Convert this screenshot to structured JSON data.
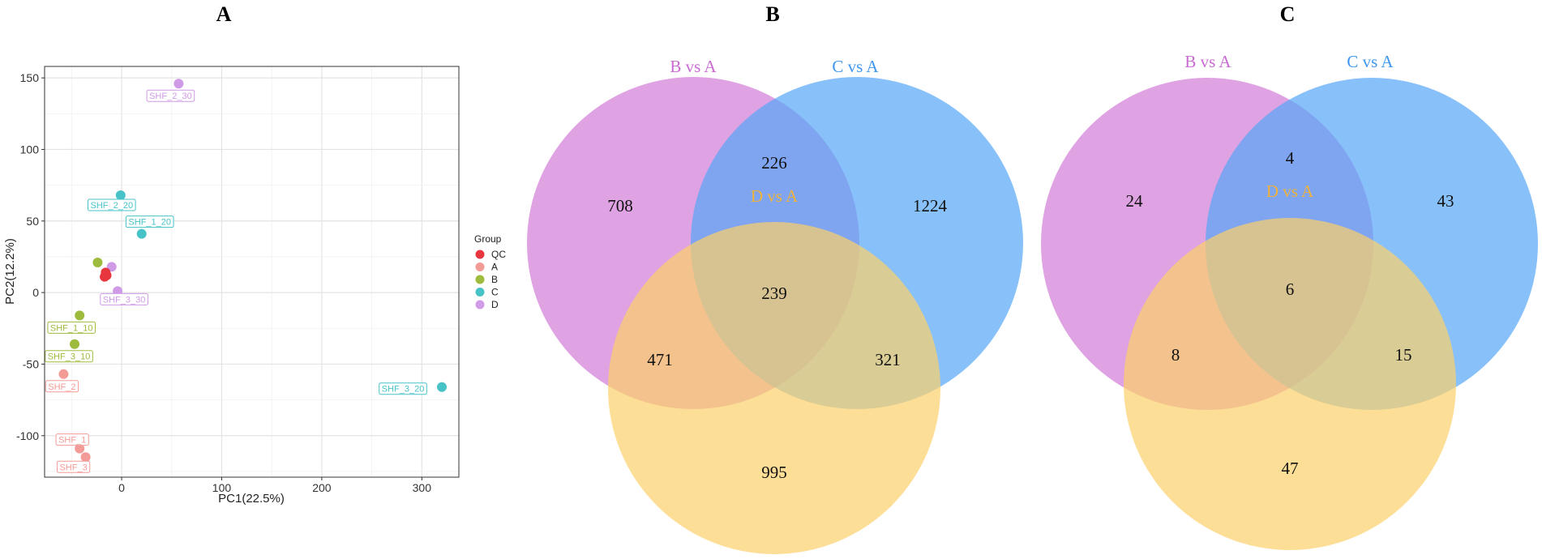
{
  "panel_letters": [
    "A",
    "B",
    "C"
  ],
  "colors": {
    "QC": "#e8363f",
    "A": "#f39b96",
    "B": "#9dbb3d",
    "C": "#47c3c8",
    "D": "#cf9ae6",
    "venn_b": "#d27ad6",
    "venn_c": "#56a7f8",
    "venn_d": "#fcd06a",
    "venn_b_label": "#c86ad2",
    "venn_c_label": "#3f96ec",
    "venn_d_label": "#f0b23a"
  },
  "chart_data": [
    {
      "type": "scatter",
      "xlabel": "PC1(22.5%)",
      "ylabel": "PC2(12.2%)",
      "xlim": [
        -77,
        337
      ],
      "ylim": [
        -129,
        158
      ],
      "xticks": [
        0,
        100,
        200,
        300
      ],
      "yticks": [
        -100,
        -50,
        0,
        50,
        100,
        150
      ],
      "grid": true,
      "legend": {
        "title": "Group",
        "position": "right",
        "entries": [
          "QC",
          "A",
          "B",
          "C",
          "D"
        ]
      },
      "points": [
        {
          "label": "SHF_2_30",
          "x": 57,
          "y": 146,
          "group": "D"
        },
        {
          "label": "SHF_2_20",
          "x": -1,
          "y": 68,
          "group": "C"
        },
        {
          "label": "SHF_1_20",
          "x": 20,
          "y": 41,
          "group": "C"
        },
        {
          "label": "",
          "x": -24,
          "y": 21,
          "group": "B"
        },
        {
          "label": "",
          "x": -10,
          "y": 18,
          "group": "D"
        },
        {
          "label": "",
          "x": -16,
          "y": 14,
          "group": "QC"
        },
        {
          "label": "",
          "x": -15,
          "y": 12,
          "group": "QC"
        },
        {
          "label": "",
          "x": -17,
          "y": 11,
          "group": "QC"
        },
        {
          "label": "SHF_3_30",
          "x": -4,
          "y": 1,
          "group": "D"
        },
        {
          "label": "SHF_1_10",
          "x": -42,
          "y": -16,
          "group": "B"
        },
        {
          "label": "SHF_3_10",
          "x": -47,
          "y": -36,
          "group": "B"
        },
        {
          "label": "SHF_2",
          "x": -58,
          "y": -57,
          "group": "A"
        },
        {
          "label": "SHF_3_20",
          "x": 320,
          "y": -66,
          "group": "C"
        },
        {
          "label": "SHF_1",
          "x": -42,
          "y": -109,
          "group": "A"
        },
        {
          "label": "SHF_3",
          "x": -36,
          "y": -115,
          "group": "A"
        }
      ]
    },
    {
      "type": "venn",
      "sets": [
        "B vs A",
        "C vs A",
        "D vs A"
      ],
      "counts": {
        "B_only": 708,
        "C_only": 1224,
        "D_only": 995,
        "BC": 226,
        "BD": 471,
        "CD": 321,
        "BCD": 239
      }
    },
    {
      "type": "venn",
      "sets": [
        "B vs A",
        "C vs A",
        "D vs A"
      ],
      "counts": {
        "B_only": 24,
        "C_only": 43,
        "D_only": 47,
        "BC": 4,
        "BD": 8,
        "CD": 15,
        "BCD": 6
      }
    }
  ]
}
